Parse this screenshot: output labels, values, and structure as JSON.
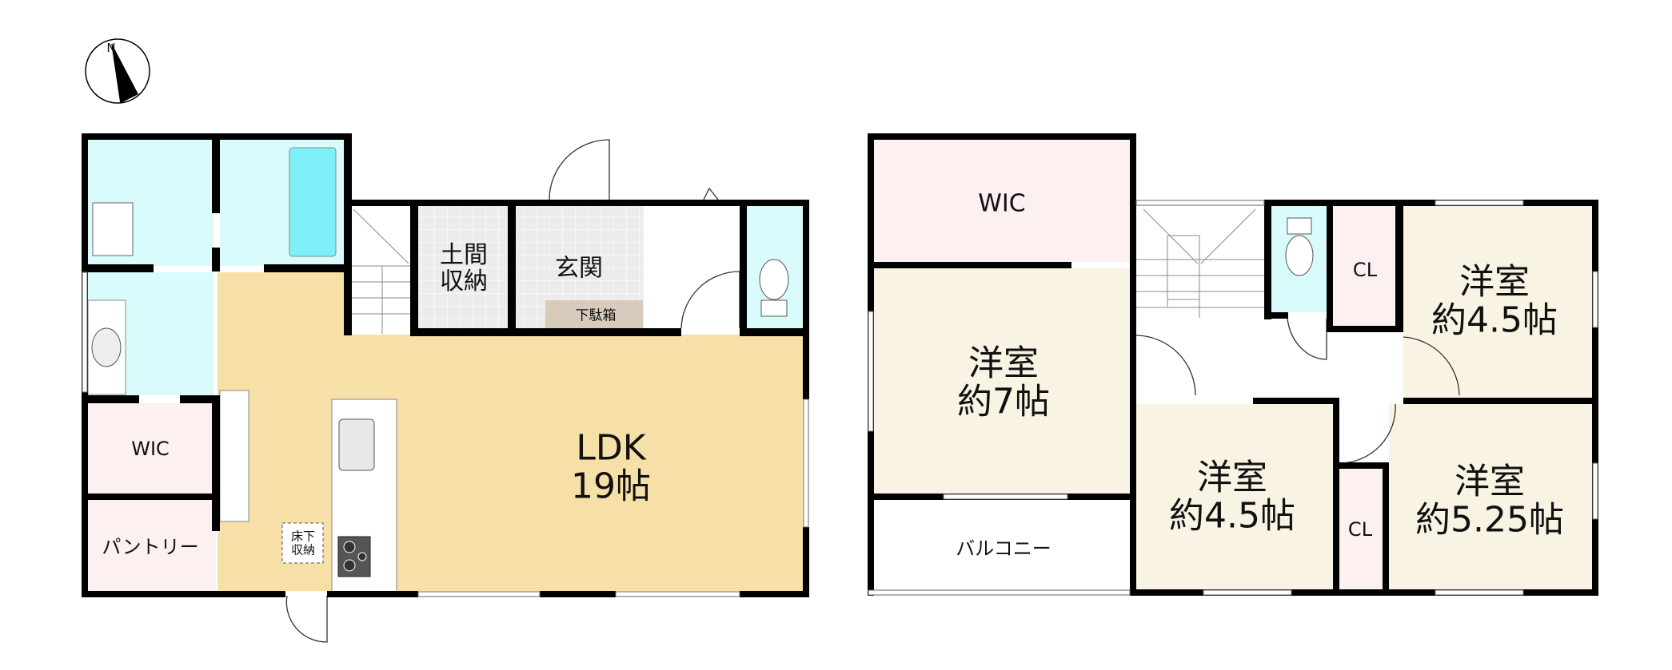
{
  "compass": {
    "label": "N"
  },
  "floor1": {
    "ldk": {
      "name": "LDK",
      "size": "19帖"
    },
    "doma_storage": {
      "line1": "土間",
      "line2": "収納"
    },
    "genkan": "玄関",
    "shoe_box": "下駄箱",
    "wic": "WIC",
    "pantry": "パントリー",
    "underfloor_storage": {
      "line1": "床下",
      "line2": "収納"
    }
  },
  "floor2": {
    "wic": "WIC",
    "room_7": {
      "name": "洋室",
      "size": "約7帖"
    },
    "room_45_a": {
      "name": "洋室",
      "size": "約4.5帖"
    },
    "room_45_b": {
      "name": "洋室",
      "size": "約4.5帖"
    },
    "room_525": {
      "name": "洋室",
      "size": "約5.25帖"
    },
    "closet_1": "CL",
    "closet_2": "CL",
    "balcony": "バルコニー"
  },
  "colors": {
    "water": "#d9fbfb",
    "ldk": "#f6e0a8",
    "closet": "#fcf0f0",
    "room": "#f8f3e3",
    "doma": "#ececec",
    "wall": "#000000"
  }
}
